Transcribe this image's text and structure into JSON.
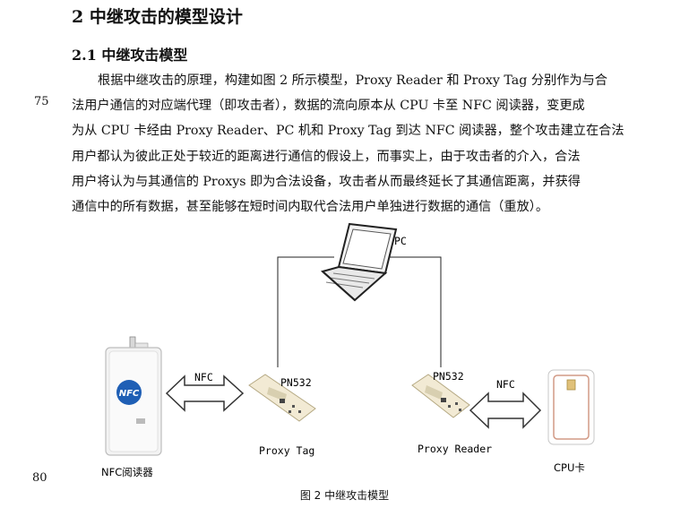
{
  "section": {
    "title": "2   中继攻击的模型设计"
  },
  "subsection": {
    "title": "2.1    中继攻击模型"
  },
  "paragraph": {
    "lines": [
      "根据中继攻击的原理，构建如图 2 所示模型，Proxy Reader 和 Proxy Tag 分别作为与合",
      "法用户通信的对应端代理（即攻击者），数据的流向原本从 CPU 卡至 NFC 阅读器，变更成",
      "为从 CPU 卡经由 Proxy Reader、PC 机和 Proxy Tag 到达 NFC 阅读器，整个攻击建立在合法",
      "用户都认为彼此正处于较近的距离进行通信的假设上，而事实上，由于攻击者的介入，合法",
      "用户将认为与其通信的 Proxys 即为合法设备，攻击者从而最终延长了其通信距离，并获得",
      "通信中的所有数据，甚至能够在短时间内取代合法用户单独进行数据的通信（重放）。"
    ]
  },
  "line_numbers": {
    "n75": "75",
    "n80": "80"
  },
  "figure": {
    "pc_label": "PC",
    "nfc_left": "NFC",
    "nfc_right": "NFC",
    "pn532_left": "PN532",
    "pn532_right": "PN532",
    "proxy_tag": "Proxy Tag",
    "proxy_reader": "Proxy Reader",
    "nfc_reader": "NFC阅读器",
    "cpu_card": "CPU卡",
    "nfc_logo_text": "NFC",
    "caption": "图 2  中继攻击模型"
  }
}
